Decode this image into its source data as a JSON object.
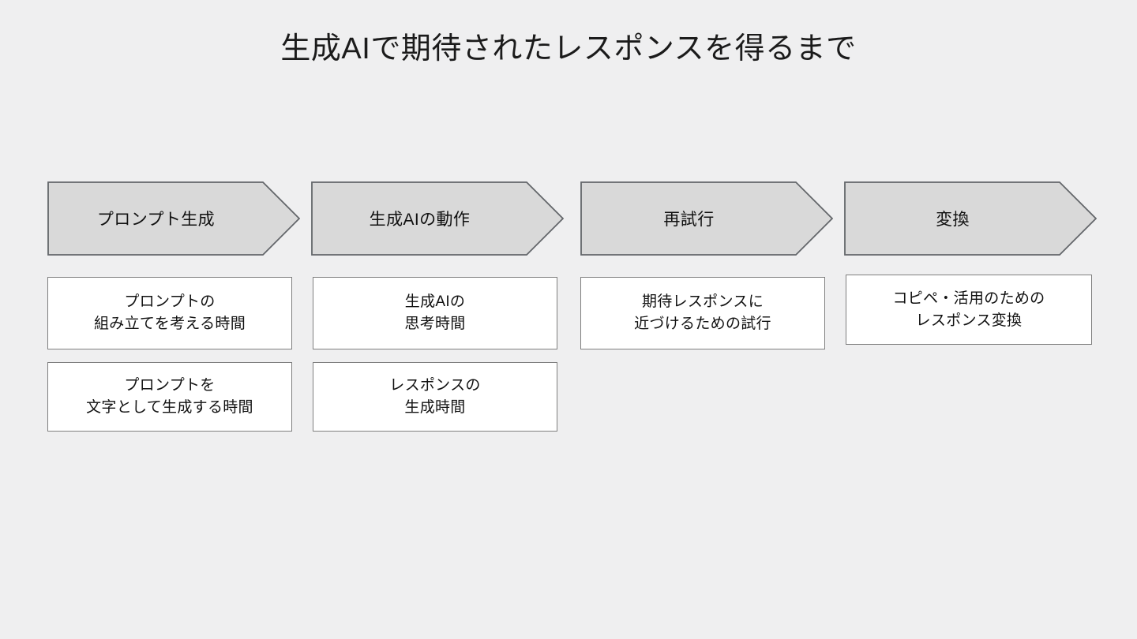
{
  "slide": {
    "title": "生成AIで期待されたレスポンスを得るまで",
    "background_color": "#efeff0",
    "chevron_fill": "#d9d9d9",
    "chevron_stroke": "#63666a",
    "box_fill": "#ffffff",
    "box_stroke": "#7f7f7f",
    "text_color": "#111111"
  },
  "chart_data": {
    "type": "diagram",
    "diagram_kind": "chevron-process-flow",
    "title": "生成AIで期待されたレスポンスを得るまで",
    "stages": [
      {
        "label": "プロンプト生成",
        "details": [
          [
            "プロンプトの",
            "組み立てを考える時間"
          ],
          [
            "プロンプトを",
            "文字として生成する時間"
          ]
        ]
      },
      {
        "label": "生成AIの動作",
        "details": [
          [
            "生成AIの",
            "思考時間"
          ],
          [
            "レスポンスの",
            "生成時間"
          ]
        ]
      },
      {
        "label": "再試行",
        "details": [
          [
            "期待レスポンスに",
            "近づけるための試行"
          ]
        ]
      },
      {
        "label": "変換",
        "details": [
          [
            "コピペ・活用のための",
            "レスポンス変換"
          ]
        ]
      }
    ]
  },
  "stages": [
    {
      "label": "プロンプト生成",
      "detail_1_line_1": "プロンプトの",
      "detail_1_line_2": "組み立てを考える時間",
      "detail_2_line_1": "プロンプトを",
      "detail_2_line_2": "文字として生成する時間"
    },
    {
      "label": "生成AIの動作",
      "detail_1_line_1": "生成AIの",
      "detail_1_line_2": "思考時間",
      "detail_2_line_1": "レスポンスの",
      "detail_2_line_2": "生成時間"
    },
    {
      "label": "再試行",
      "detail_1_line_1": "期待レスポンスに",
      "detail_1_line_2": "近づけるための試行"
    },
    {
      "label": "変換",
      "detail_1_line_1": "コピペ・活用のための",
      "detail_1_line_2": "レスポンス変換"
    }
  ]
}
